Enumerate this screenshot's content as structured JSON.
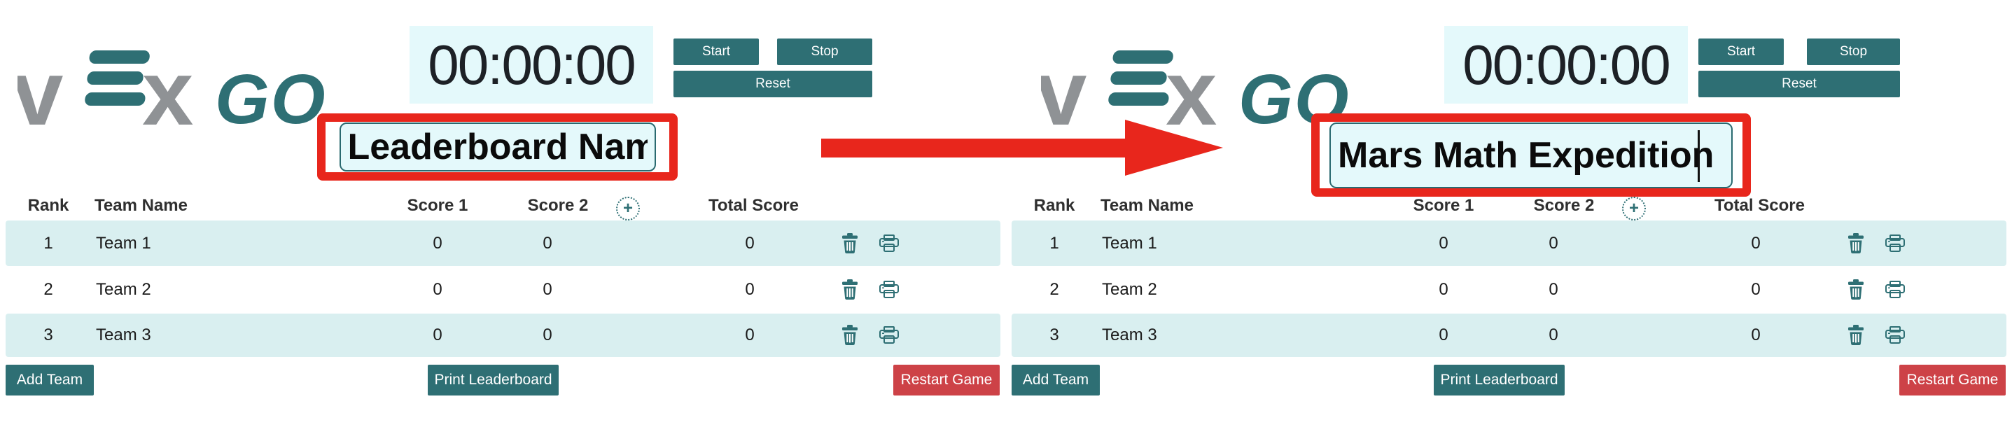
{
  "colors": {
    "teal": "#2e6f74",
    "light_cyan": "#e4f9fb",
    "row_highlight": "#d9eff0",
    "annotation_red": "#e8261c",
    "restart_red": "#cd4247",
    "logo_gray": "#8f9295"
  },
  "annotation": {
    "arrow": "red-arrow-pointing-right",
    "highlight": "red-box-around-leaderboard-name"
  },
  "panels": [
    {
      "logo": {
        "v": "v",
        "x": "x",
        "go": "GO"
      },
      "timer": {
        "value": "00:00:00"
      },
      "controls": {
        "start": "Start",
        "stop": "Stop",
        "reset": "Reset"
      },
      "name_input": {
        "value": "Leaderboard Nam"
      },
      "table": {
        "headers": {
          "rank": "Rank",
          "team": "Team Name",
          "score1": "Score 1",
          "score2": "Score 2",
          "total": "Total Score"
        },
        "add_score_label": "+",
        "rows": [
          {
            "rank": "1",
            "team": "Team 1",
            "score1": "0",
            "score2": "0",
            "total": "0"
          },
          {
            "rank": "2",
            "team": "Team 2",
            "score1": "0",
            "score2": "0",
            "total": "0"
          },
          {
            "rank": "3",
            "team": "Team 3",
            "score1": "0",
            "score2": "0",
            "total": "0"
          }
        ]
      },
      "footer": {
        "add_team": "Add Team",
        "print_leaderboard": "Print Leaderboard",
        "restart_game": "Restart Game"
      }
    },
    {
      "logo": {
        "v": "v",
        "x": "x",
        "go": "GO"
      },
      "timer": {
        "value": "00:00:00"
      },
      "controls": {
        "start": "Start",
        "stop": "Stop",
        "reset": "Reset"
      },
      "name_input": {
        "value": "Mars Math Expedition",
        "caret_visible": true
      },
      "table": {
        "headers": {
          "rank": "Rank",
          "team": "Team Name",
          "score1": "Score 1",
          "score2": "Score 2",
          "total": "Total Score"
        },
        "add_score_label": "+",
        "rows": [
          {
            "rank": "1",
            "team": "Team 1",
            "score1": "0",
            "score2": "0",
            "total": "0"
          },
          {
            "rank": "2",
            "team": "Team 2",
            "score1": "0",
            "score2": "0",
            "total": "0"
          },
          {
            "rank": "3",
            "team": "Team 3",
            "score1": "0",
            "score2": "0",
            "total": "0"
          }
        ]
      },
      "footer": {
        "add_team": "Add Team",
        "print_leaderboard": "Print Leaderboard",
        "restart_game": "Restart Game"
      }
    }
  ]
}
